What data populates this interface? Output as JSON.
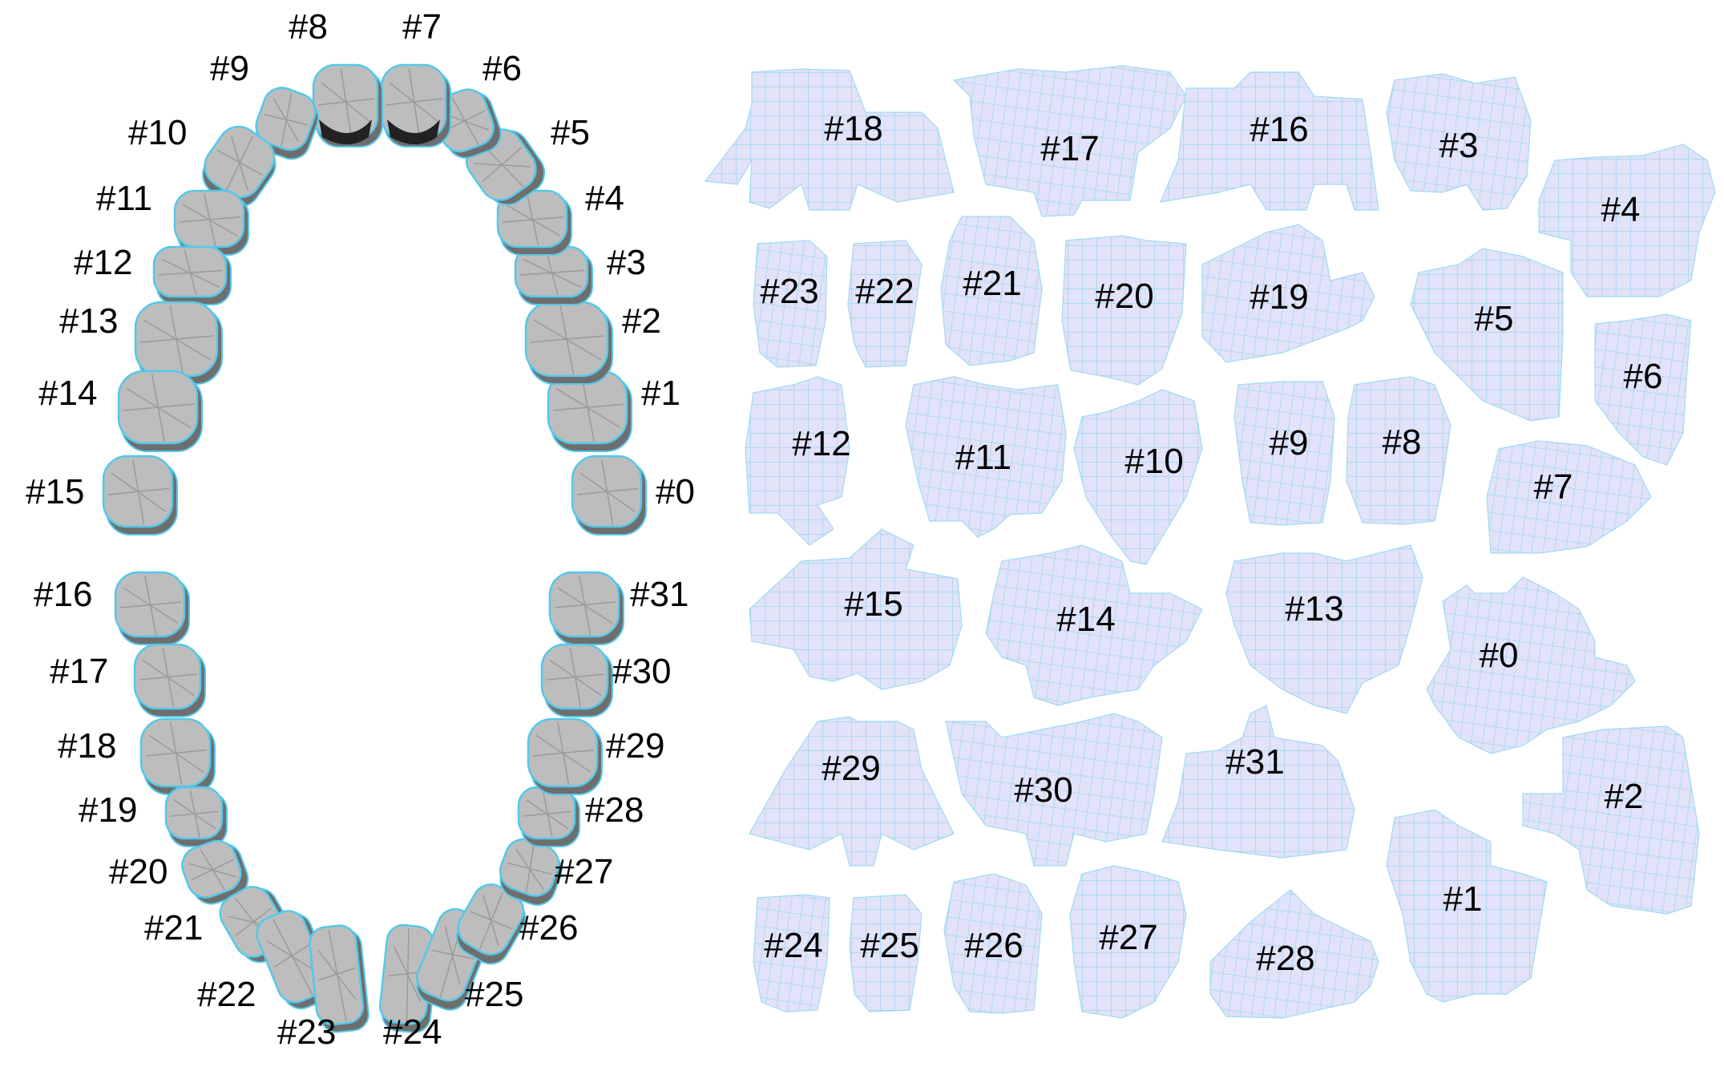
{
  "left_panel": {
    "tooth_labels": [
      "#0",
      "#1",
      "#2",
      "#3",
      "#4",
      "#5",
      "#6",
      "#7",
      "#8",
      "#9",
      "#10",
      "#11",
      "#12",
      "#13",
      "#14",
      "#15",
      "#16",
      "#17",
      "#18",
      "#19",
      "#20",
      "#21",
      "#22",
      "#23",
      "#24",
      "#25",
      "#26",
      "#27",
      "#28",
      "#29",
      "#30",
      "#31"
    ]
  },
  "right_panel": {
    "patch_labels": [
      "#18",
      "#17",
      "#16",
      "#3",
      "#4",
      "#23",
      "#22",
      "#21",
      "#20",
      "#19",
      "#5",
      "#6",
      "#12",
      "#11",
      "#10",
      "#9",
      "#8",
      "#7",
      "#15",
      "#14",
      "#13",
      "#0",
      "#29",
      "#30",
      "#31",
      "#2",
      "#1",
      "#24",
      "#25",
      "#26",
      "#27",
      "#28"
    ]
  },
  "colors": {
    "tooth_fill": "#bdbdbd",
    "tooth_shadow": "#6e6e6e",
    "mesh_line": "#55c8e8",
    "patch_fill": "#e2e2f8"
  }
}
